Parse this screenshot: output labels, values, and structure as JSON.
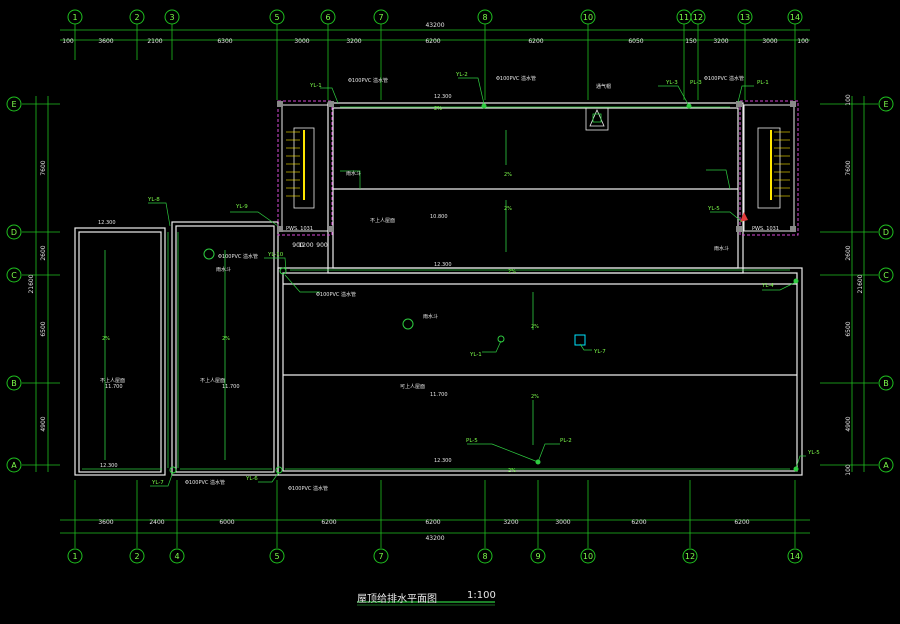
{
  "title": {
    "name": "屋顶给排水平面图",
    "scale": "1:100"
  },
  "axes_x": {
    "top": [
      "1",
      "2",
      "3",
      "5",
      "6",
      "7",
      "8",
      "10",
      "11",
      "12",
      "13",
      "14"
    ],
    "bottom": [
      "1",
      "2",
      "4",
      "5",
      "7",
      "8",
      "9",
      "10",
      "12",
      "14"
    ]
  },
  "axes_y": [
    "E",
    "D",
    "C",
    "B",
    "A"
  ],
  "dims": {
    "top_total": "43200",
    "top": [
      "100",
      "3600",
      "2100",
      "6300",
      "3000",
      "3200",
      "6200",
      "6200",
      "6050",
      "150",
      "3200",
      "3000",
      "100"
    ],
    "bottom_total": "43200",
    "bottom": [
      "3600",
      "2400",
      "6000",
      "6200",
      "6200",
      "3200",
      "3000",
      "6200",
      "6200"
    ],
    "left_total": "21600",
    "left": [
      "7600",
      "2600",
      "6500",
      "4900"
    ],
    "right_total": "21600",
    "right": [
      "100",
      "7600",
      "2600",
      "6500",
      "4900",
      "100"
    ],
    "stair": [
      "900",
      "1200",
      "900"
    ]
  },
  "elev": [
    "12.300",
    "12.300",
    "12.300",
    "12.300",
    "11.700",
    "11.700",
    "11.700",
    "10.800",
    "12.300"
  ],
  "pipes": [
    "YL-1",
    "YL-2",
    "YL-3",
    "YL-4",
    "YL-5",
    "YL-6",
    "YL-7",
    "YL-8",
    "YL-9",
    "YL-10",
    "PL-1",
    "PL-2",
    "PL-3",
    "PL-5",
    "YL-1"
  ],
  "notes": {
    "pvc": "Φ100PVC 溢水管",
    "roof": "不上人屋面",
    "roof2": "可上人屋面",
    "slope": "2%",
    "pf": "PWS. 1031",
    "exhaust": "通气帽",
    "outlet": "雨水斗"
  }
}
